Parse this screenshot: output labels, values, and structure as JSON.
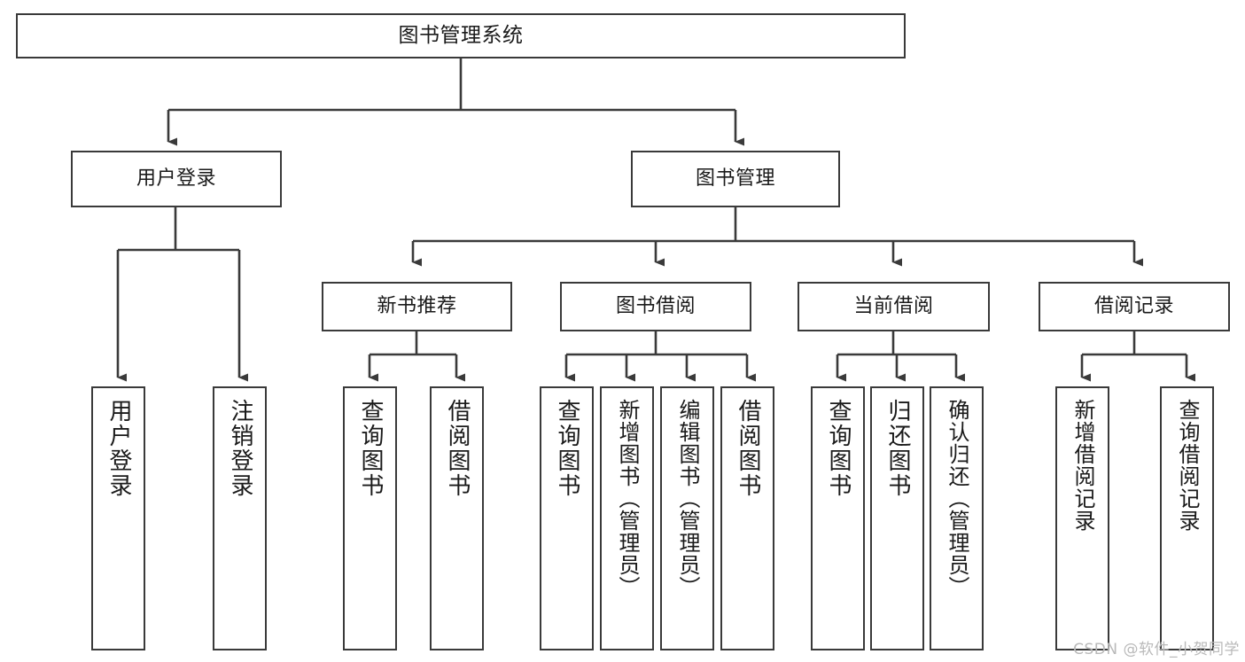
{
  "diagram": {
    "type": "tree",
    "title": "图书管理系统",
    "orientation": "top-down",
    "edge_style": "orthogonal-arrow",
    "colors": {
      "node_border": "#3a3a3a",
      "node_fill": "#ffffff",
      "edge": "#3a3a3a",
      "text": "#1a1a1a",
      "watermark": "#b9b9b9",
      "background": "#ffffff"
    }
  },
  "root": {
    "label": "图书管理系统"
  },
  "level1": [
    {
      "label": "用户登录"
    },
    {
      "label": "图书管理"
    }
  ],
  "level2": [
    {
      "label": "新书推荐"
    },
    {
      "label": "图书借阅"
    },
    {
      "label": "当前借阅"
    },
    {
      "label": "借阅记录"
    }
  ],
  "leaves": {
    "user_login": [
      {
        "label": "用户登录"
      },
      {
        "label": "注销登录"
      }
    ],
    "new_book_recommend": [
      {
        "label": "查询图书"
      },
      {
        "label": "借阅图书"
      }
    ],
    "book_borrow": [
      {
        "label": "查询图书"
      },
      {
        "label": "新增图书（管理员）"
      },
      {
        "label": "编辑图书（管理员）"
      },
      {
        "label": "借阅图书"
      }
    ],
    "current_borrow": [
      {
        "label": "查询图书"
      },
      {
        "label": "归还图书"
      },
      {
        "label": "确认归还（管理员）"
      }
    ],
    "borrow_record": [
      {
        "label": "新增借阅记录"
      },
      {
        "label": "查询借阅记录"
      }
    ]
  },
  "watermark": {
    "text": "CSDN @软件_小贺同学"
  }
}
